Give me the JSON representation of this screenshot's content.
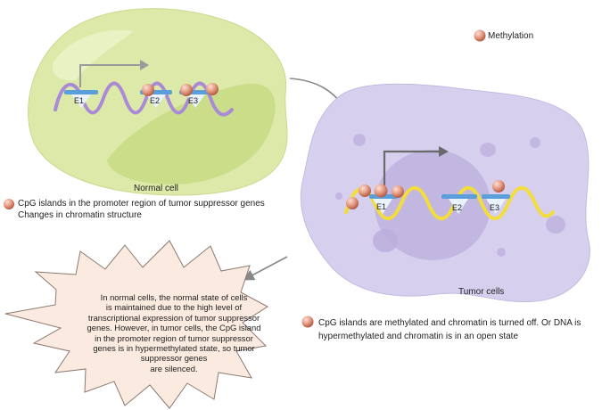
{
  "legend": {
    "methylation_label": "Methylation"
  },
  "normal_cell": {
    "caption": "Normal cell",
    "exons": [
      "E1",
      "E2",
      "E3"
    ],
    "note_lines": [
      "CpG islands in the promoter region of tumor suppressor genes",
      "Changes in chromatin structure"
    ]
  },
  "tumor_cell": {
    "caption": "Tumor cells",
    "exons": [
      "E1",
      "E2",
      "E3"
    ],
    "note_lines": [
      "CpG islands are methylated and chromatin is turned off. Or DNA is",
      "hypermethylated and chromatin is in an open state"
    ]
  },
  "summary": {
    "text_lines": [
      "In normal cells, the normal state of cells",
      "is maintained due to the high level of",
      "transcriptional expression of tumor suppressor",
      "genes. However, in tumor cells, the CpG island",
      "in the promoter region of tumor suppressor",
      "genes is in hypermethylated state, so tumor",
      "suppressor genes",
      "are silenced."
    ]
  },
  "colors": {
    "normal_cell_fill": "#dce9a8",
    "tumor_cell_fill": "#d7cfee",
    "normal_dna": "#a98ad6",
    "tumor_dna": "#f2dd3a",
    "exon_bar": "#5a9fd9",
    "methyl_bead": "#e0907a",
    "burst_fill": "#fbeadf"
  }
}
